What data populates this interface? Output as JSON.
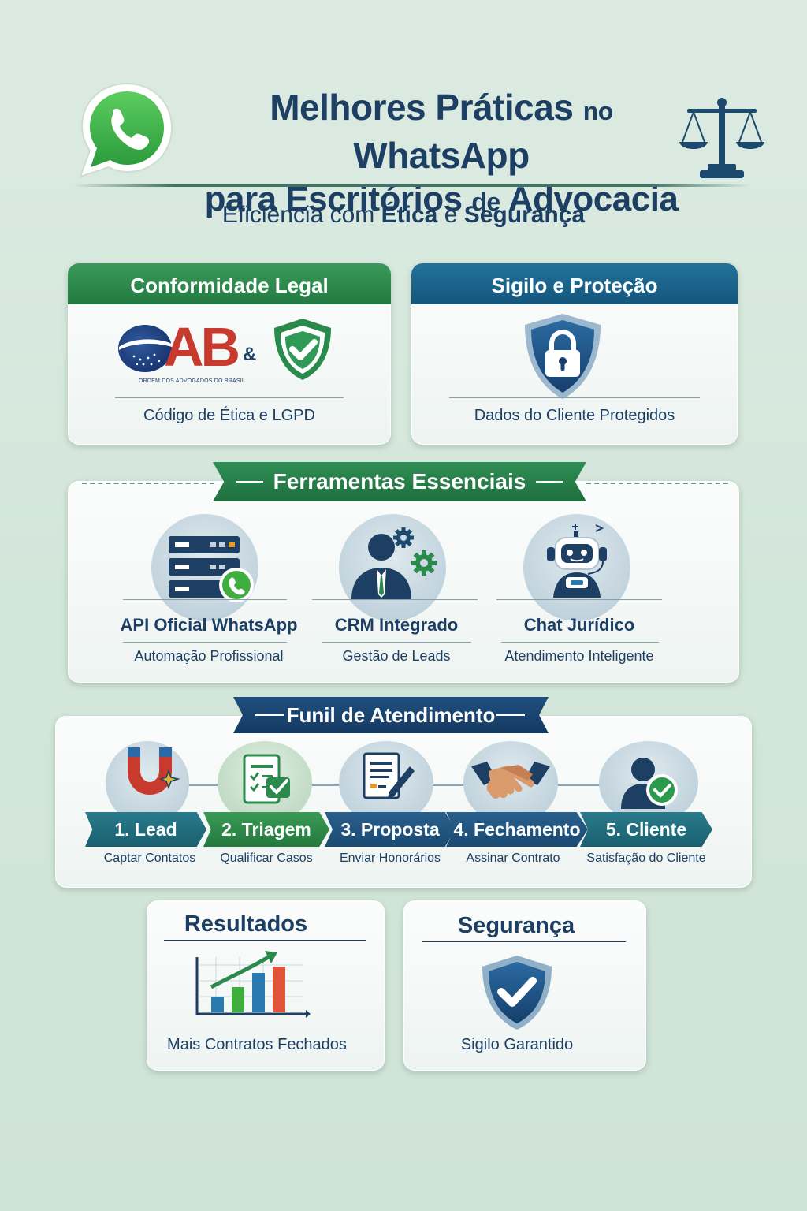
{
  "header": {
    "title_line1_a": "Melhores Práticas",
    "title_line1_b": "no",
    "title_line1_c": "WhatsApp",
    "title_line2_a": "para Escritórios",
    "title_line2_b": "de",
    "title_line2_c": "Advocacia",
    "subtitle_a": "Eficiência com",
    "subtitle_b": "Ética",
    "subtitle_c": "e",
    "subtitle_d": "Segurança"
  },
  "conformidade": {
    "title": "Conformidade Legal",
    "oab_letters": "AB",
    "oab_caption": "ORDEM DOS ADVOGADOS DO BRASIL",
    "ampersand": "&",
    "label": "Código de Ética e LGPD"
  },
  "sigilo": {
    "title": "Sigilo e Proteção",
    "label": "Dados do Cliente Protegidos"
  },
  "ferramentas": {
    "title": "Ferramentas Essenciais",
    "items": [
      {
        "title": "API Oficial WhatsApp",
        "sub": "Automação Profissional"
      },
      {
        "title": "CRM Integrado",
        "sub": "Gestão de Leads"
      },
      {
        "title": "Chat Jurídico",
        "sub": "Atendimento Inteligente"
      }
    ]
  },
  "funil": {
    "title": "Funil de Atendimento",
    "steps": [
      {
        "label": "1. Lead",
        "sub": "Captar Contatos"
      },
      {
        "label": "2. Triagem",
        "sub": "Qualificar Casos"
      },
      {
        "label": "3. Proposta",
        "sub": "Enviar Honorários"
      },
      {
        "label": "4. Fechamento",
        "sub": "Assinar Contrato"
      },
      {
        "label": "5. Cliente",
        "sub": "Satisfação do Cliente"
      }
    ]
  },
  "resultados": {
    "title": "Resultados",
    "label": "Mais Contratos Fechados"
  },
  "seguranca": {
    "title": "Segurança",
    "label": "Sigilo Garantido"
  },
  "colors": {
    "navy": "#1c3f63",
    "green": "#237a42",
    "blue": "#14557c",
    "whatsapp": "#3fae3f"
  }
}
